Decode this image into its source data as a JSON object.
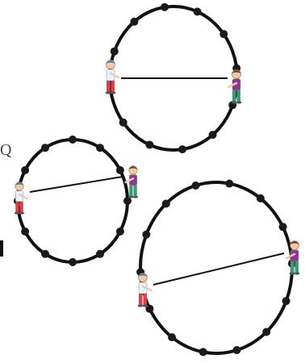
{
  "figure": {
    "description_hidden": "",
    "edge_text": {
      "left_top": "Q",
      "left_bottom": ""
    },
    "colors": {
      "ring": "#111111",
      "bead": "#1a1a1a",
      "rope": "#111111",
      "child_left_shirt": "#e9f3fa",
      "child_left_pants": "#d8434a",
      "child_left_hair": "#3f7fb8",
      "child_right_shirt": "#8b3a8f",
      "child_right_pants": "#3b9b72",
      "child_right_hair": "#6a3b2a",
      "skin": "#f2c9a5"
    },
    "rings": [
      {
        "name": "ring-top",
        "beads": 12
      },
      {
        "name": "ring-left",
        "beads": 12
      },
      {
        "name": "ring-right",
        "beads": 14
      }
    ]
  }
}
